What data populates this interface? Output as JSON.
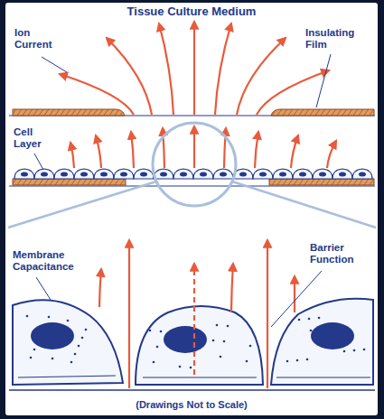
{
  "diagram": {
    "title": "Tissue Culture Medium",
    "caption": "(Drawings Not to Scale)",
    "labels": [
      "Ion Current",
      "Insulating Film",
      "Cell Layer",
      "Membrane Capacitance",
      "Barrier Function"
    ]
  }
}
